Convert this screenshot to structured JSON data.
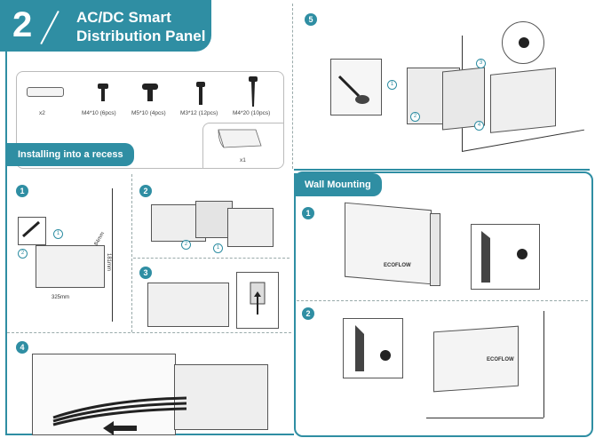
{
  "header": {
    "step_number": "2",
    "title_line1": "AC/DC Smart",
    "title_line2": "Distribution Panel"
  },
  "parts": [
    {
      "label": "x2"
    },
    {
      "label": "M4*10 (6pcs)"
    },
    {
      "label": "M5*10 (4pcs)"
    },
    {
      "label": "M3*12 (12pcs)"
    },
    {
      "label": "M4*20 (10pcs)"
    }
  ],
  "parts_extra": {
    "label": "x1"
  },
  "sections": {
    "recess": {
      "title": "Installing into a recess"
    },
    "wall": {
      "title": "Wall Mounting"
    }
  },
  "steps": {
    "recess_1": "1",
    "recess_2": "2",
    "recess_3": "3",
    "recess_4": "4",
    "top_5": "5",
    "wall_1": "1",
    "wall_2": "2"
  },
  "callouts": {
    "c1": "1",
    "c2": "2",
    "c3": "3",
    "c4": "4"
  },
  "dimensions": {
    "width": "325mm",
    "depth": "84mm",
    "height": "181mm"
  },
  "brand": {
    "logo_text": "ECOFLOW"
  }
}
